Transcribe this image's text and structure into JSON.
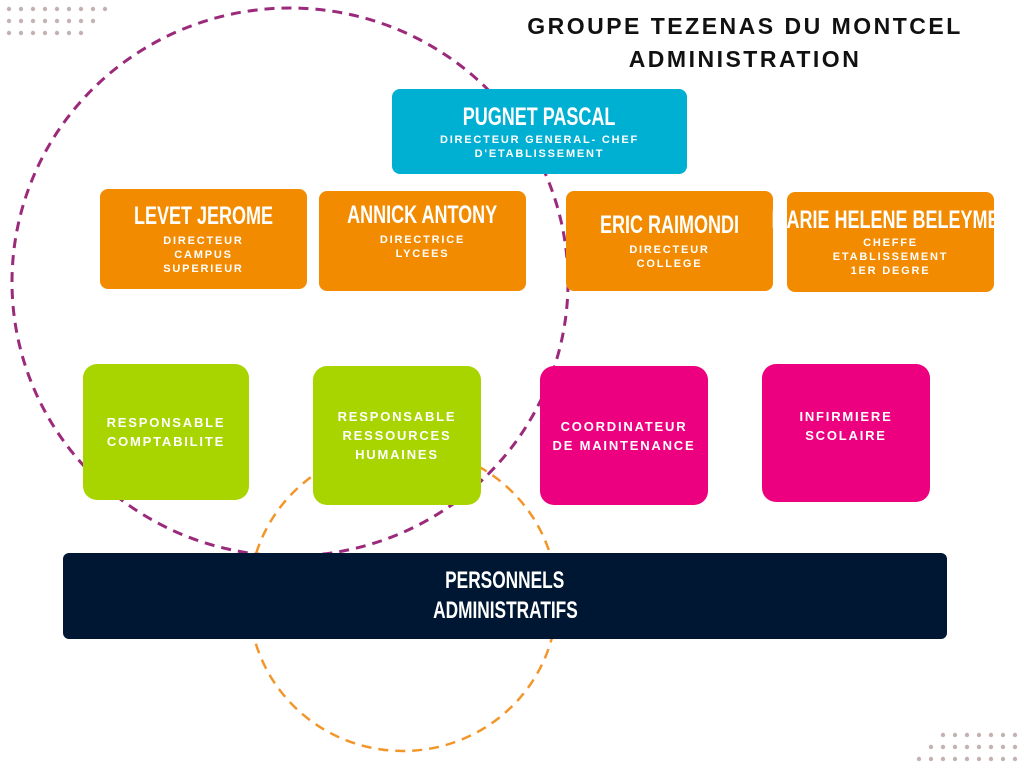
{
  "title": {
    "line1": "GROUPE TEZENAS DU MONTCEL",
    "line2": "ADMINISTRATION"
  },
  "head": {
    "name": "PUGNET PASCAL",
    "role": "DIRECTEUR GENERAL- CHEF\nD'ETABLISSEMENT"
  },
  "directors": [
    {
      "name": "LEVET JEROME",
      "role": "DIRECTEUR\nCAMPUS\nSUPERIEUR"
    },
    {
      "name": "ANNICK ANTONY",
      "role": "DIRECTRICE\nLYCEES"
    },
    {
      "name": "ERIC RAIMONDI",
      "role": "DIRECTEUR\nCOLLEGE"
    },
    {
      "name": "MARIE HELENE BELEYMET",
      "role": "CHEFFE\nETABLISSEMENT\n1ER DEGRE"
    }
  ],
  "services": [
    {
      "label": "RESPONSABLE\nCOMPTABILITE"
    },
    {
      "label": "RESPONSABLE\nRESSOURCES\nHUMAINES"
    },
    {
      "label": "COORDINATEUR\nDE MAINTENANCE"
    },
    {
      "label": "INFIRMIERE\nSCOLAIRE"
    }
  ],
  "staff": {
    "line1": "PERSONNELS",
    "line2": "ADMINISTRATIFS"
  },
  "colors": {
    "blue": "#00b0d3",
    "orange": "#f28b00",
    "green": "#a8d400",
    "pink": "#ec0080",
    "navy": "#001733",
    "purple": "#9b2a7b",
    "dots": "#c4b3b3"
  }
}
